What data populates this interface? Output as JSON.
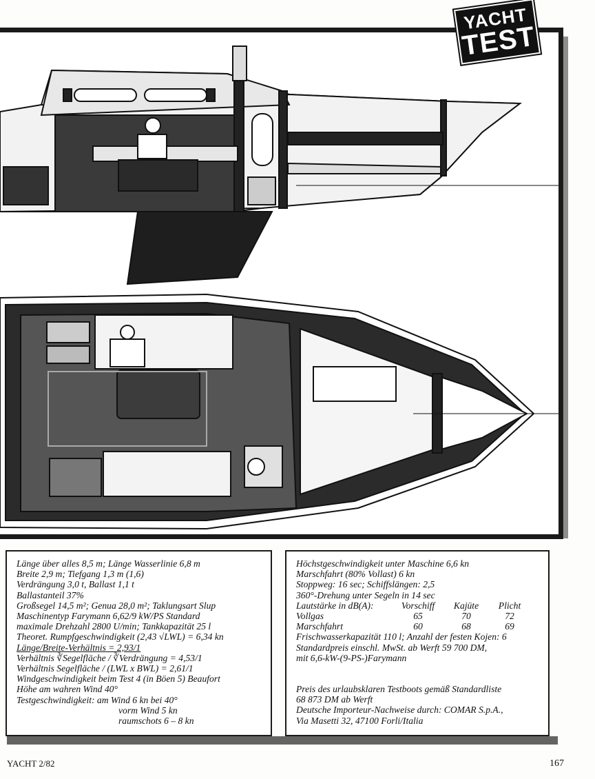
{
  "logo": {
    "line1": "YACHT",
    "line2": "TEST"
  },
  "specs_left": {
    "lines": [
      "Länge über alles 8,5 m; Länge Wasserlinie 6,8 m",
      "Breite 2,9 m; Tiefgang 1,3 m (1,6)",
      "Verdrängung 3,0 t, Ballast 1,1 t",
      "Ballastanteil 37%",
      "Großsegel 14,5 m²; Genua 28,0 m²; Taklungsart Slup",
      "Maschinentyp Farymann 6,62/9 kW/PS Standard",
      "maximale Drehzahl 2800 U/min; Tankkapazität 25 l",
      "Theoret. Rumpfgeschwindigkeit (2,43 √LWL) = 6,34 kn",
      "Länge/Breite-Verhältnis = 2,93/1",
      "Verhältnis ∛Segelfläche / ∛Verdrängung = 4,53/1",
      "Verhältnis Segelfläche / (LWL x BWL) = 2,61/1",
      "Windgeschwindigkeit beim Test 4 (in Böen 5) Beaufort",
      "Höhe am wahren Wind 40°",
      "Testgeschwindigkeit:  am Wind 6 kn bei 40°"
    ],
    "indented": [
      "vorm Wind 5 kn",
      "raumschots 6 – 8 kn"
    ]
  },
  "specs_right": {
    "lines_top": [
      "Höchstgeschwindigkeit unter Maschine 6,6 kn",
      "Marschfahrt (80% Vollast) 6 kn",
      "Stoppweg: 16 sec; Schiffslängen: 2,5",
      "360°-Drehung unter Segeln in 14 sec"
    ],
    "db_table": {
      "header": [
        "Lautstärke in dB(A):",
        "Vorschiff",
        "Kajüte",
        "Plicht"
      ],
      "rows": [
        [
          "Vollgas",
          "65",
          "70",
          "72"
        ],
        [
          "Marschfahrt",
          "60",
          "68",
          "69"
        ]
      ]
    },
    "lines_mid": [
      "Frischwasserkapazität 110 l; Anzahl der festen Kojen: 6",
      "Standardpreis einschl. MwSt. ab Werft 59 700 DM,",
      "mit 6,6-kW-(9-PS-)Farymann"
    ],
    "lines_bottom": [
      "Preis des urlaubsklaren Testboots gemäß Standardliste",
      "68 873 DM ab Werft",
      "Deutsche Importeur-Nachweise durch: COMAR S.p.A.,",
      "Via Masetti 32, 47100 Forli/Italia"
    ]
  },
  "footer": {
    "left": "YACHT 2/82",
    "page_number": "167"
  }
}
